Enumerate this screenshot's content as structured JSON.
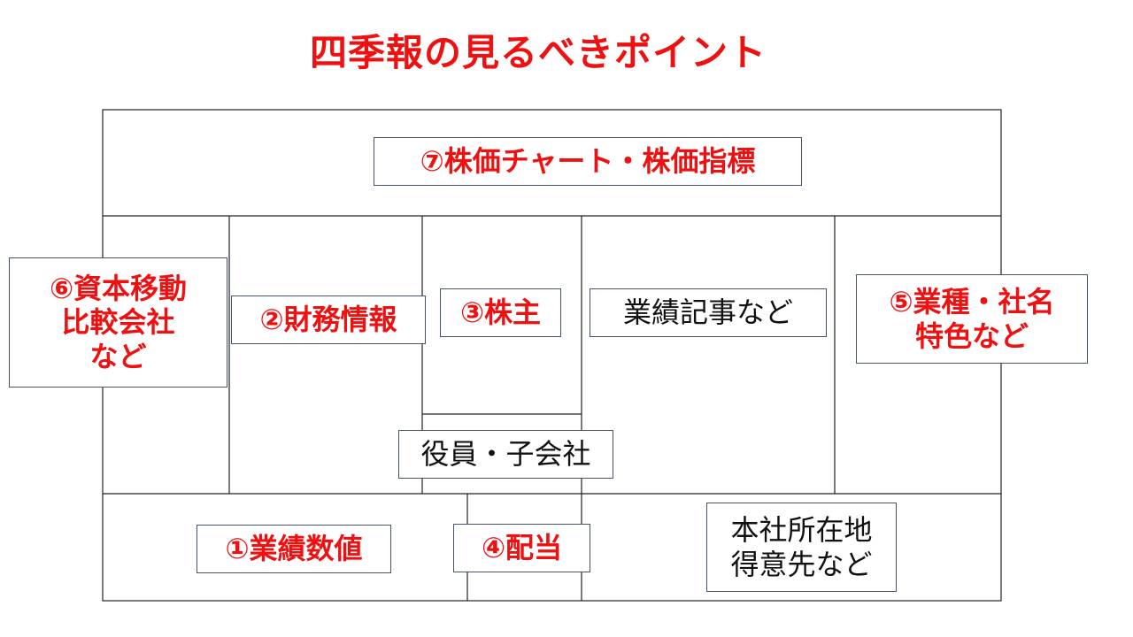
{
  "title": "四季報の見るべきポイント",
  "colors": {
    "accent": "#ee1111",
    "text": "#111111",
    "line": "#222222",
    "label_border": "#44546a"
  },
  "labels": {
    "stock_chart": "⑦株価チャート・株価指標",
    "capital_changes": "⑥資本移動\n比較会社\nなど",
    "financial_info": "②財務情報",
    "shareholders": "③株主",
    "business_articles": "業績記事など",
    "industry_company": "⑤業種・社名\n特色など",
    "officers_subsidiaries": "役員・子会社",
    "performance_figures": "①業績数値",
    "dividends": "④配当",
    "head_office": "本社所在地\n得意先など"
  }
}
